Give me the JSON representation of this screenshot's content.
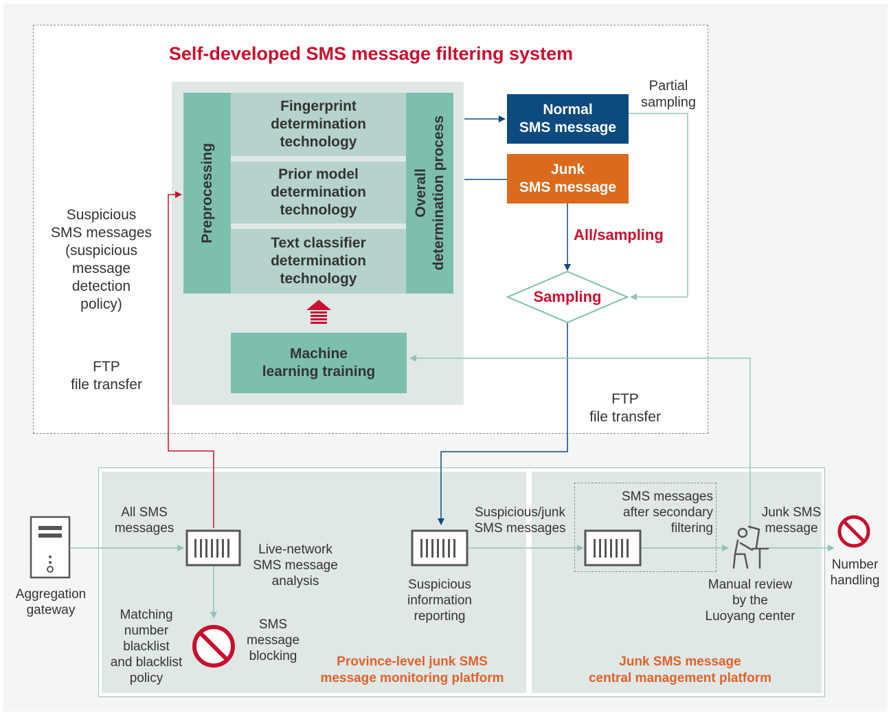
{
  "title": "Self-developed SMS message filtering system",
  "filter_system": {
    "preprocessing": "Preprocessing",
    "tech_fingerprint": "Fingerprint\ndetermination\ntechnology",
    "tech_prior_model": "Prior model\ndetermination\ntechnology",
    "tech_text_classifier": "Text classifier\ndetermination\ntechnology",
    "overall_process": "Overall\ndetermination process",
    "ml_training": "Machine\nlearning training"
  },
  "outputs": {
    "normal": "Normal\nSMS message",
    "junk": "Junk\nSMS message",
    "partial_sampling": "Partial\nsampling",
    "all_sampling": "All/sampling",
    "sampling": "Sampling"
  },
  "left_labels": {
    "suspicious": "Suspicious\nSMS messages\n(suspicious\nmessage\ndetection\npolicy)",
    "ftp_left": "FTP\nfile transfer"
  },
  "ftp_right": "FTP\nfile transfer",
  "gateway_label": "Aggregation\ngateway",
  "province": {
    "all_sms": "All SMS\nmessages",
    "analysis": "Live-network\nSMS message\nanalysis",
    "matching": "Matching\nnumber\nblacklist\nand blacklist\npolicy",
    "blocking": "SMS\nmessage\nblocking",
    "suspicious_junk": "Suspicious/junk\nSMS messages",
    "reporting": "Suspicious\ninformation\nreporting",
    "name": "Province-level junk SMS\nmessage monitoring platform"
  },
  "central": {
    "after_secondary": "SMS messages\nafter secondary\nfiltering",
    "junk_sms": "Junk SMS\nmessage",
    "manual_review": "Manual review\nby the\nLuoyang center",
    "number_handling": "Number\nhandling",
    "name": "Junk SMS message\ncentral management platform"
  },
  "colors": {
    "red": "#c8102e",
    "navy": "#0d4a7e",
    "orange": "#dc6a1c",
    "teal_dark": "#7dbfaf",
    "teal_light": "#b5d3cc",
    "platform_bg": "#e0e8e6",
    "line_teal": "#8fc4bc"
  },
  "icons": [
    "server-icon",
    "message-filter-icon",
    "prohibited-icon",
    "reviewer-at-desk-icon",
    "double-up-arrow-icon"
  ]
}
